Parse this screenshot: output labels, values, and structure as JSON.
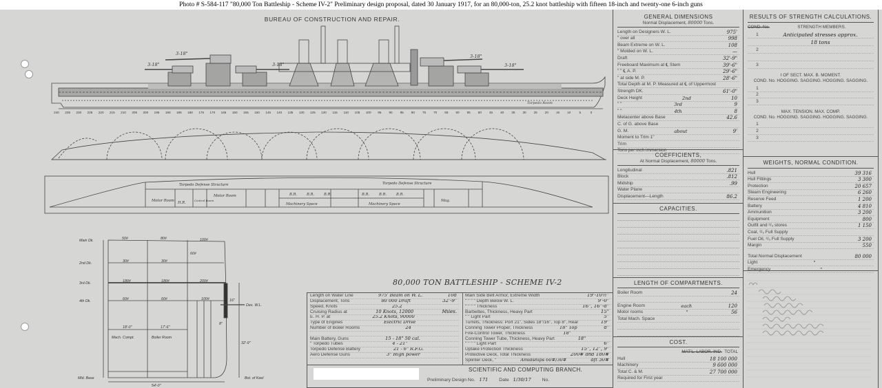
{
  "caption": "Photo #  S-584-117     \"80,000 Ton Battleship - Scheme IV-2\"   Preliminary design proposal, dated 30 January 1917, for an 80,000-ton, 25.2 knot battleship with fifteen 18-inch and twenty-one 6-inch guns",
  "drawing": {
    "bureau_title": "BUREAU OF CONSTRUCTION AND REPAIR.",
    "main_title": "80,000 TON BATTLESHIP - SCHEME IV-2",
    "frames": [
      "240",
      "235",
      "230",
      "225",
      "220",
      "215",
      "210",
      "205",
      "200",
      "195",
      "190",
      "185",
      "180",
      "175",
      "170",
      "165",
      "160",
      "155",
      "150",
      "145",
      "140",
      "135",
      "130",
      "125",
      "120",
      "115",
      "110",
      "105",
      "100",
      "95",
      "90",
      "85",
      "80",
      "75",
      "70",
      "65",
      "60",
      "55",
      "50",
      "45",
      "40",
      "35",
      "30",
      "25",
      "20",
      "15",
      "10",
      "5",
      "0"
    ],
    "profile": {
      "gun_aft_low": "3-18\"",
      "gun_aft_high": "3-18\"",
      "gun_aft_mid": "3-18\"",
      "gun_fwd_high": "3-18\"",
      "gun_fwd_low": "3-18\"",
      "torpedo_room": "Torpedo Room"
    },
    "hold": {
      "tds_aft": "Torpedo Defense Structure",
      "tds_fwd": "Torpedo Defense Structure",
      "motor_room_1": "Motor Room",
      "motor_room_2": "Motor Room",
      "control_room": "Control Room",
      "machinery_1": "Machinery Space",
      "machinery_2": "Machinery Space",
      "mag": "Mag.",
      "hr": "H.R.",
      "br": "B.R."
    },
    "section": {
      "main_dk": "Main Dk.",
      "dk2": "2nd Dk.",
      "dk3": "3rd Dk.",
      "dk4": "4th Dk.",
      "mld_base": "Mld. Base",
      "des_wl": "Des. W.L.",
      "bot_keel": "Bot. of Keel",
      "mach": "Mach. Compt.",
      "boiler": "Boiler Room",
      "w_mach": "18'-0\"",
      "w_boiler": "17'-6\"",
      "half_beam": "54'-0\"",
      "p50": "50#",
      "p80": "80#",
      "p100": "100#",
      "p30a": "30#",
      "p30b": "30#",
      "p60": "60#",
      "p180a": "180#",
      "p180b": "180#",
      "p200": "200#",
      "p60b": "60#",
      "p60c": "60#",
      "p100b": "100#",
      "belt": "16\"",
      "belt_low": "8\"",
      "draft": "32'-9\""
    }
  },
  "general_dimensions": {
    "title": "GENERAL DIMENSIONS",
    "subtitle": "Normal Displacement,",
    "subtitle_value": "80000",
    "subtitle_unit": "Tons.",
    "rows": [
      {
        "label": "Length on Designers W. L.",
        "value": "975'"
      },
      {
        "label": "\"      over all",
        "value": "998"
      },
      {
        "label": "Beam Extreme on W. L.",
        "value": "108"
      },
      {
        "label": "\"     Molded on W. L.",
        "value": "—"
      },
      {
        "label": "Draft",
        "value": "32'-9\""
      },
      {
        "label": "Freeboard Maximum at ℄ Stem",
        "value": "39'-6\""
      },
      {
        "label": "\"        \"        ℄ A. P.",
        "value": "29'-6\""
      },
      {
        "label": "\"     at side      M. P.",
        "value": "28'-6\""
      },
      {
        "label": "Total Depth at M. P. Measured at ℄ of Uppermost",
        "value": ""
      },
      {
        "label": "   Strength DK.",
        "value": "61'-0\""
      },
      {
        "label": "Deck Height",
        "mid": "2nd",
        "value": "10"
      },
      {
        "label": "\"      \"",
        "mid": "3rd",
        "value": "9"
      },
      {
        "label": "\"      \"",
        "mid": "4th",
        "value": "8"
      },
      {
        "label": "Metacenter above Base",
        "value": "42.6"
      },
      {
        "label": "C. of G. above Base",
        "value": ""
      },
      {
        "label": "G. M.",
        "mid": "about",
        "value": "9'"
      },
      {
        "label": "Moment to Trim 1\"",
        "value": ""
      },
      {
        "label": "Trim",
        "value": ""
      },
      {
        "label": "Tons per inch immersion",
        "value": ""
      }
    ]
  },
  "coefficients": {
    "title": "COEFFICIENTS,",
    "subtitle": "At Normal Displacement,",
    "subtitle_value": "80000",
    "subtitle_unit": "Tons.",
    "rows": [
      {
        "label": "Longitudinal",
        "value": ".821"
      },
      {
        "label": "Block",
        "value": ".812"
      },
      {
        "label": "Midship",
        "value": ".99"
      },
      {
        "label": "Water Plane",
        "value": ""
      },
      {
        "label": "Displacement—Length",
        "value": "86.2"
      }
    ]
  },
  "capacities": {
    "title": "CAPACITIES."
  },
  "compartments": {
    "title": "LENGTH OF COMPARTMENTS.",
    "rows": [
      {
        "label": "Boiler Room",
        "value": "24"
      },
      {
        "label": "",
        "value": ""
      },
      {
        "label": "Engine Room",
        "mid": "each",
        "value": "120"
      },
      {
        "label": "Motor rooms",
        "mid": "\"",
        "value": "56"
      },
      {
        "label": "Total Mach. Space",
        "value": ""
      }
    ]
  },
  "cost": {
    "title": "COST.",
    "header_struck": "MAT'L. LABOR. IND.",
    "header_total": "TOTAL",
    "rows": [
      {
        "label": "Hull",
        "value": "18 100 000"
      },
      {
        "label": "Machinery",
        "value": "9 600 000"
      },
      {
        "label": "Total C. & M.",
        "value": "27 700 000"
      },
      {
        "label": "Required for First year",
        "value": ""
      }
    ]
  },
  "strength": {
    "title": "RESULTS OF STRENGTH CALCULATIONS.",
    "cond_struck": "COND. No.",
    "members_header": "STRENGTH MEMBERS.",
    "members": [
      {
        "num": "1",
        "text": "Anticipated stresses approx."
      },
      {
        "num": "",
        "text": "18 tons"
      },
      {
        "num": "2",
        "text": ""
      },
      {
        "num": "",
        "text": ""
      },
      {
        "num": "3",
        "text": ""
      }
    ],
    "table1_header_a": "I OF SECT.          MAX. B. MOMENT.",
    "table1_header_b": "COND. No.  HOGGING. SAGGING. HOGGING. SAGGING.",
    "table2_header_a": "MAX. TENSION.          MAX. COMP.",
    "table2_header_b": "COND. No.  HOGGING. SAGGING. HOGGING. SAGGING.",
    "nums": [
      "1",
      "2",
      "3"
    ]
  },
  "weights": {
    "title": "WEIGHTS, NORMAL CONDITION.",
    "rows": [
      {
        "label": "Hull",
        "value": "39 316"
      },
      {
        "label": "Hull Fittings",
        "value": "3 300"
      },
      {
        "label": "Protection",
        "value": "20 657"
      },
      {
        "label": "Steam Engineering",
        "value": "6 260"
      },
      {
        "label": "Reserve Feed",
        "value": "1 200"
      },
      {
        "label": "Battery",
        "value": "4 810"
      },
      {
        "label": "Ammunition",
        "value": "3 200"
      },
      {
        "label": "Equipment",
        "value": "800"
      },
      {
        "label": "Outfit and ²/₃ stores",
        "value": "1 150"
      },
      {
        "label": "Coal, ²/₃ Full Supply",
        "value": ""
      },
      {
        "label": "Fuel Oil, ²/₃ Full Supply",
        "value": "3 200"
      },
      {
        "label": "Margin",
        "value": "550"
      }
    ],
    "total_rows": [
      {
        "label": "Total Normal Displacement",
        "value": "80 000"
      },
      {
        "label": "        Light",
        "mid": "\"",
        "value": ""
      },
      {
        "label": "        Emergency",
        "mid": "\"",
        "value": ""
      }
    ]
  },
  "characteristics": {
    "left": [
      {
        "label": "Length on Water Line",
        "mid": "975'     Beam on W. L.",
        "value": "108"
      },
      {
        "label": "Displacement, Tons",
        "mid": "80 000      Draft",
        "value": "32'-9\""
      },
      {
        "label": "Speed, Knots",
        "mid": "25.2",
        "value": ""
      },
      {
        "label": "Cruising Radius at",
        "mid": "10  Knots,   12000",
        "value": "Miles."
      },
      {
        "label": "E. H. P. at",
        "mid": "25.2   Knots,   90000",
        "value": ""
      },
      {
        "label": "Type of Engines",
        "mid": "Electric Drive",
        "value": ""
      },
      {
        "label": "Number of Boiler Rooms",
        "mid": "24",
        "value": ""
      },
      {
        "label": "",
        "value": ""
      },
      {
        "label": "Main Battery, Guns",
        "mid": "15 - 18\"  50 cal.",
        "value": ""
      },
      {
        "label": "\"        Torpedo Tubes",
        "mid": "4 - 21\"",
        "value": ""
      },
      {
        "label": "Torpedo Defense Battery",
        "mid": "21 - 6\"  R.F.G.",
        "value": ""
      },
      {
        "label": "Aero Defense Guns",
        "mid": "3\"  High power",
        "value": ""
      }
    ],
    "right": [
      {
        "label": "Main Side Belt Armor, Extreme Width",
        "value": "19'-10½\""
      },
      {
        "label": "\"    \"    \"    \"    Depth Below W. L.",
        "value": "9'-0\""
      },
      {
        "label": "\"    \"    \"    \"          Thickness",
        "value": "16\", 16\"-8\""
      },
      {
        "label": "Barbettes, Thickness, Heavy Part",
        "value": "15\""
      },
      {
        "label": "\"        \"        Light Part",
        "value": "5\""
      },
      {
        "label": "Turrets, Thickness: Port 21\", Sides 18\"/16\", Top 8\", Rear",
        "value": "19\""
      },
      {
        "label": "Conning Tower Proper, Thickness",
        "mid": "18\"     Top",
        "value": "8\""
      },
      {
        "label": "Fire-Control Tower, Thickness",
        "mid": "18\"",
        "value": ""
      },
      {
        "label": "Conning Tower Tube, Thickness, Heavy Part",
        "mid": "18\"",
        "value": ""
      },
      {
        "label": "\"     \"     \"     \"      Light Part",
        "value": "6\""
      },
      {
        "label": "Uptake Protection Thickness",
        "value": "15\", 12\", 9\""
      },
      {
        "label": "Protective Deck, Total Thickness",
        "value": "200# and 180#"
      },
      {
        "label": "Splinter Deck,      \"",
        "mid": "Amidships 60#/30#",
        "value": "aft 30#"
      }
    ],
    "branch": "SCIENTIFIC AND COMPUTING BRANCH.",
    "prelim_label": "Preliminary Design No.",
    "design_no": "171",
    "date_label": "Date",
    "date": "1/30/17",
    "no_label": "No."
  }
}
